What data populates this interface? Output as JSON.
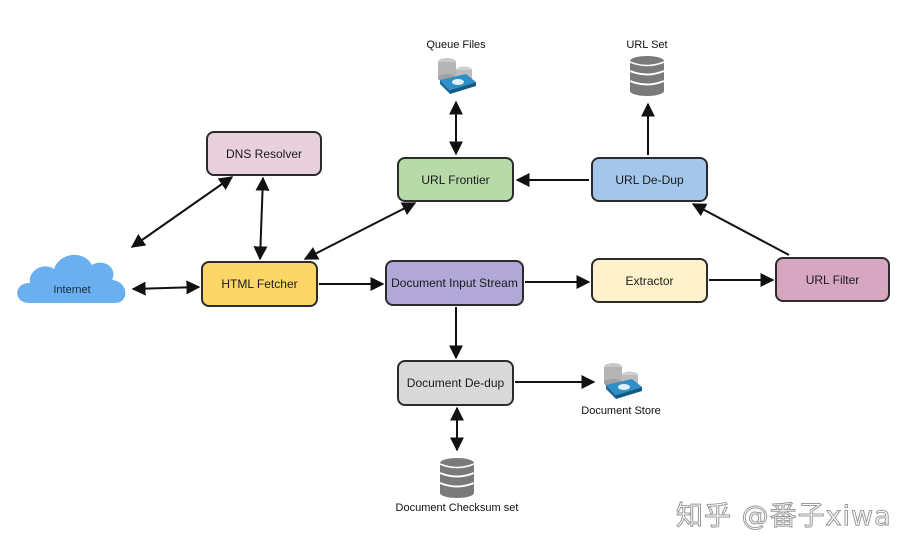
{
  "diagram": {
    "title": "Web Crawler Architecture",
    "nodes": {
      "dns_resolver": {
        "label": "DNS Resolver",
        "color": "#e8d1dc"
      },
      "url_frontier": {
        "label": "URL Frontier",
        "color": "#b8d9a8"
      },
      "url_dedup": {
        "label": "URL De-Dup",
        "color": "#a4c6eb"
      },
      "html_fetcher": {
        "label": "HTML Fetcher",
        "color": "#fcd666"
      },
      "doc_input_stream": {
        "label": "Document Input Stream",
        "color": "#b2a8d8"
      },
      "extractor": {
        "label": "Extractor",
        "color": "#fdf2cc"
      },
      "url_filter": {
        "label": "URL Filter",
        "color": "#d7a7c1"
      },
      "doc_dedup": {
        "label": "Document De-dup",
        "color": "#d9d9d9"
      }
    },
    "internet": {
      "label": "Internet",
      "color": "#6aafef"
    },
    "storage": {
      "queue_files": {
        "label": "Queue Files",
        "icon": "storage-server-icon"
      },
      "url_set": {
        "label": "URL Set",
        "icon": "database-icon"
      },
      "document_store": {
        "label": "Document Store",
        "icon": "storage-server-icon"
      },
      "checksum_set": {
        "label": "Document Checksum set",
        "icon": "database-icon"
      }
    },
    "edges": [
      {
        "from": "queue_files",
        "to": "url_frontier",
        "bidirectional": true
      },
      {
        "from": "url_dedup",
        "to": "url_set",
        "bidirectional": false
      },
      {
        "from": "url_dedup",
        "to": "url_frontier",
        "bidirectional": false
      },
      {
        "from": "url_filter",
        "to": "url_dedup",
        "bidirectional": false
      },
      {
        "from": "internet",
        "to": "dns_resolver",
        "bidirectional": true
      },
      {
        "from": "html_fetcher",
        "to": "dns_resolver",
        "bidirectional": true
      },
      {
        "from": "html_fetcher",
        "to": "url_frontier",
        "bidirectional": true
      },
      {
        "from": "internet",
        "to": "html_fetcher",
        "bidirectional": true
      },
      {
        "from": "html_fetcher",
        "to": "doc_input_stream",
        "bidirectional": false
      },
      {
        "from": "doc_input_stream",
        "to": "extractor",
        "bidirectional": false
      },
      {
        "from": "extractor",
        "to": "url_filter",
        "bidirectional": false
      },
      {
        "from": "doc_input_stream",
        "to": "doc_dedup",
        "bidirectional": false
      },
      {
        "from": "doc_dedup",
        "to": "document_store",
        "bidirectional": false
      },
      {
        "from": "doc_dedup",
        "to": "checksum_set",
        "bidirectional": true
      }
    ],
    "colors": {
      "stroke": "#111111",
      "db_gray": "#7a7a7a"
    }
  },
  "watermark": "知乎 @番子xiwa"
}
